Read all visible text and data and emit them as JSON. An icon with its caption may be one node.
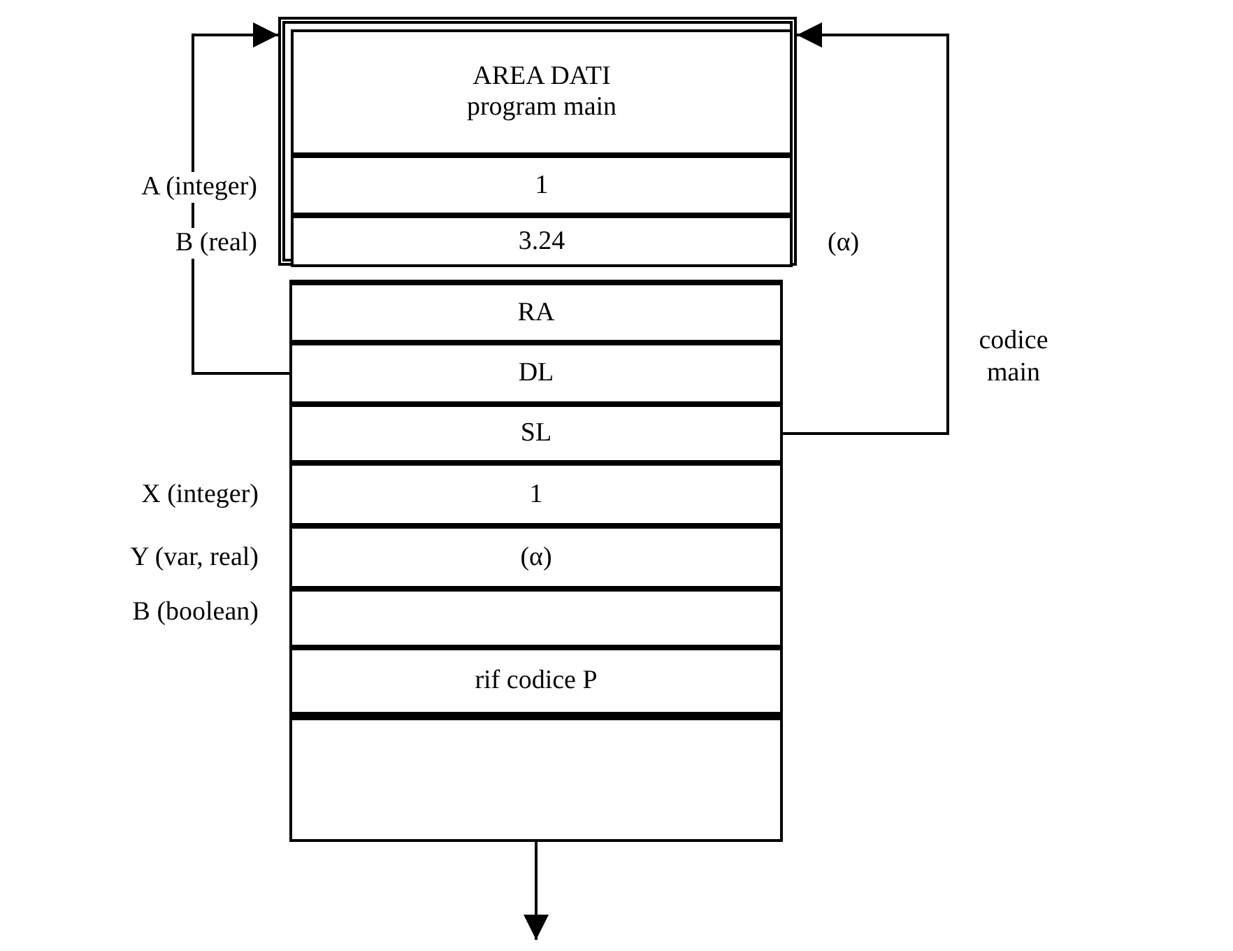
{
  "diagram": {
    "nodes": [
      {
        "text": [],
        "shape": "box"
      },
      {
        "text": [
          "AREA DATI program main"
        ],
        "in": 0
      },
      {
        "text": [
          "1"
        ],
        "in": 0,
        "beside": [
          "A (integer)"
        ]
      },
      {
        "text": [
          "3.24"
        ],
        "in": 0,
        "beside": [
          "B (real)",
          "(α)"
        ]
      },
      {
        "text": [
          "RA"
        ]
      },
      {
        "text": [
          "DL"
        ]
      },
      {
        "text": [
          "SL"
        ]
      },
      {
        "text": [
          "1"
        ],
        "beside": [
          "X (integer)"
        ]
      },
      {
        "text": [
          "(α)"
        ],
        "beside": [
          "Y (var, real)"
        ]
      },
      {
        "text": [],
        "shape": "box",
        "beside": [
          "B (boolean)"
        ]
      },
      {
        "text": [
          "rif codice P"
        ]
      },
      {
        "text": [],
        "shape": "box"
      }
    ],
    "edges": [
      {
        "from": 5,
        "to": 0,
        "arrow": "to"
      },
      {
        "from": 6,
        "to": 0,
        "arrow": "to"
      },
      {
        "from": 11,
        "to": null,
        "arrow": "to"
      }
    ],
    "labels": [
      "codice main"
    ]
  }
}
